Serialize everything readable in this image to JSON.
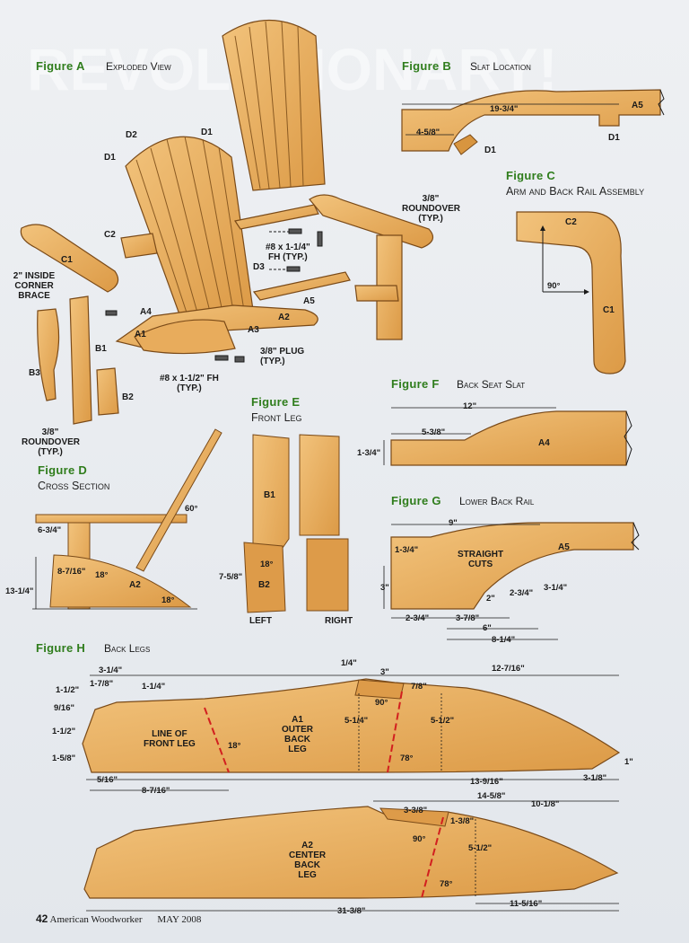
{
  "watermark": "REVOLUTIONARY!",
  "figures": {
    "a": {
      "title": "Figure A",
      "subtitle": "Exploded View",
      "labels": {
        "d2": "D2",
        "d1a": "D1",
        "d1b": "D1",
        "c2": "C2",
        "c1": "C1",
        "brace": "2\" INSIDE\nCORNER\nBRACE",
        "a4": "A4",
        "a1": "A1",
        "a2": "A2",
        "a3": "A3",
        "a5": "A5",
        "b1": "B1",
        "b2": "B2",
        "b3": "B3",
        "d3": "D3",
        "screw1": "#8 x 1-1/4\"\nFH (TYP.)",
        "round1": "3/8\"\nROUNDOVER\n(TYP.)",
        "plug": "3/8\" PLUG\n(TYP.)",
        "screw2": "#8 x 1-1/2\" FH\n(TYP.)",
        "round2": "3/8\"\nROUNDOVER\n(TYP.)"
      }
    },
    "b": {
      "title": "Figure B",
      "subtitle": "Slat Location",
      "labels": {
        "len": "19-3/4\"",
        "off": "4-5/8\"",
        "a5": "A5",
        "d1a": "D1",
        "d1b": "D1"
      }
    },
    "c": {
      "title": "Figure C",
      "subtitle": "Arm and Back Rail Assembly",
      "labels": {
        "c2": "C2",
        "c1": "C1",
        "angle": "90°"
      }
    },
    "d": {
      "title": "Figure D",
      "subtitle": "Cross Section",
      "labels": {
        "seat": "6-3/4\"",
        "angle60": "60°",
        "leg": "8-7/16\"",
        "angle18a": "18°",
        "height": "13-1/4\"",
        "a2": "A2",
        "angle18b": "18°"
      }
    },
    "e": {
      "title": "Figure E",
      "subtitle": "Front Leg",
      "labels": {
        "b1": "B1",
        "b2": "B2",
        "angle": "18°",
        "h": "7-5/8\"",
        "left": "LEFT",
        "right": "RIGHT"
      }
    },
    "f": {
      "title": "Figure F",
      "subtitle": "Back Seat Slat",
      "labels": {
        "len": "12\"",
        "off": "5-3/8\"",
        "h": "1-3/4\"",
        "a4": "A4"
      }
    },
    "g": {
      "title": "Figure G",
      "subtitle": "Lower Back Rail",
      "labels": {
        "top": "9\"",
        "a5": "A5",
        "h1": "1-3/4\"",
        "cuts": "STRAIGHT\nCUTS",
        "h2": "3\"",
        "d2": "2\"",
        "d3": "2-3/4\"",
        "d4": "3-1/4\"",
        "b1": "2-3/4\"",
        "b2": "3-7/8\"",
        "b3": "6\"",
        "b4": "8-1/4\""
      }
    },
    "h": {
      "title": "Figure H",
      "subtitle": "Back Legs",
      "labels": {
        "d314": "3-1/4\"",
        "d178": "1-7/8\"",
        "d114": "1-1/4\"",
        "d112a": "1-1/2\"",
        "d916": "9/16\"",
        "d112b": "1-1/2\"",
        "d158": "1-5/8\"",
        "d516": "5/16\"",
        "d8716": "8-7/16\"",
        "front": "LINE OF\nFRONT LEG",
        "a18": "18°",
        "a1": "A1\nOUTER\nBACK\nLEG",
        "d514": "5-1/4\"",
        "d14": "1/4\"",
        "d3": "3\"",
        "d90a": "90°",
        "d78a": "7/8\"",
        "d512a": "5-1/2\"",
        "a78a": "78°",
        "d12716": "12-7/16\"",
        "d1": "1\"",
        "d13916": "13-9/16\"",
        "d318": "3-1/8\"",
        "d1458": "14-5/8\"",
        "d1018": "10-1/8\"",
        "d338": "3-3/8\"",
        "d138": "1-3/8\"",
        "d90b": "90°",
        "d512b": "5-1/2\"",
        "a2": "A2\nCENTER\nBACK\nLEG",
        "a78b": "78°",
        "d11516": "11-5/16\"",
        "d31316": "31-3/8\""
      }
    }
  },
  "footer": {
    "page": "42",
    "magazine": "American Woodworker",
    "date": "MAY 2008"
  },
  "colors": {
    "wood": "#e3a24c",
    "woodLight": "#f0c07a",
    "woodDark": "#b47229",
    "title": "#2f7d1c",
    "line": "#1a1a1a",
    "cut": "#d21f1f"
  }
}
